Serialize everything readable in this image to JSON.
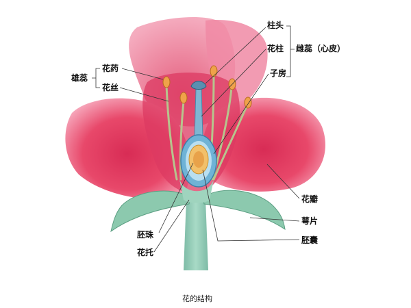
{
  "labels": {
    "stigma": "柱头",
    "style": "花柱",
    "pistil": "雌蕊（心皮）",
    "ovary": "子房",
    "stamen": "雄蕊",
    "anther": "花药",
    "filament": "花丝",
    "petal": "花瓣",
    "sepal": "萼片",
    "ovule": "胚珠",
    "receptacle": "花托",
    "embryo_sac": "胚囊"
  },
  "caption": "花的结构",
  "colors": {
    "petal": "#e8486a",
    "petal_light": "#f4a0b6",
    "leaf": "#7fc3a8",
    "stem": "#8ec9b3",
    "ovary": "#6fb3d6",
    "ovule": "#f2c06a",
    "anther": "#f0a24a",
    "line": "#333333"
  }
}
